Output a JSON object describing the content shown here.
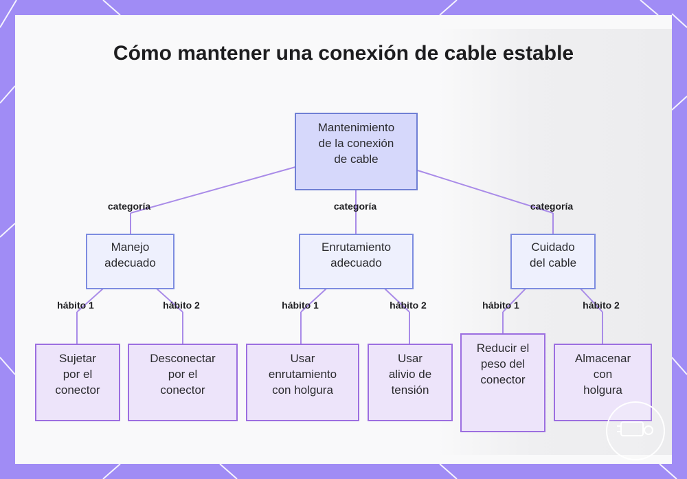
{
  "title": "Cómo mantener una conexión de cable estable",
  "root": {
    "label": "Mantenimiento\nde la conexión\nde cable"
  },
  "categories": [
    {
      "label": "Manejo\nadecuado",
      "edge_label": "categoría",
      "habits": [
        {
          "edge_label": "hábito 1",
          "label": "Sujetar\npor el\nconector"
        },
        {
          "edge_label": "hábito 2",
          "label": "Desconectar\npor el\nconector"
        }
      ]
    },
    {
      "label": "Enrutamiento\nadecuado",
      "edge_label": "categoría",
      "habits": [
        {
          "edge_label": "hábito 1",
          "label": "Usar\nenrutamiento\ncon holgura"
        },
        {
          "edge_label": "hábito 2",
          "label": "Usar\nalivio de\ntensión"
        }
      ]
    },
    {
      "label": "Cuidado\ndel cable",
      "edge_label": "categoría",
      "habits": [
        {
          "edge_label": "hábito 1",
          "label": "Reducir el\npeso del\nconector"
        },
        {
          "edge_label": "hábito 2",
          "label": "Almacenar\ncon\nholgura"
        }
      ]
    }
  ],
  "colors": {
    "frame": "#a08cf5",
    "root_fill": "#d6d8fb",
    "category_fill": "#eef0fd",
    "leaf_fill": "#ede4fa",
    "link": "#a98be8"
  },
  "icons": {
    "logo": "cable-logo-icon"
  }
}
